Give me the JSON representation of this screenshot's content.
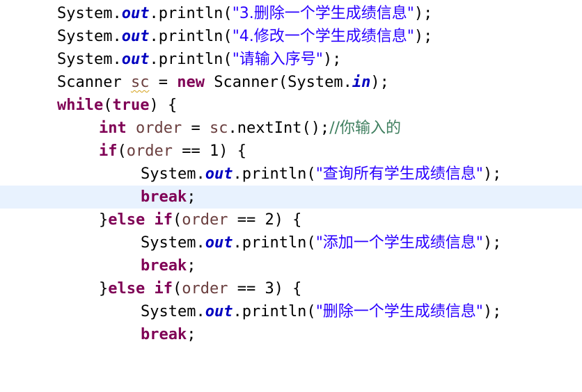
{
  "editor": {
    "colors": {
      "keyword": "#7f0055",
      "field": "#0000c0",
      "string": "#2a00ff",
      "comment": "#3f7f5f",
      "local_variable": "#6a3e3e",
      "current_line_highlight": "#e8f2fe"
    },
    "lines": [
      {
        "tokens": [
          "System.",
          "out",
          ".println(",
          "\"3.删除一个学生成绩信息\"",
          ");"
        ]
      },
      {
        "tokens": [
          "System.",
          "out",
          ".println(",
          "\"4.修改一个学生成绩信息\"",
          ");"
        ]
      },
      {
        "tokens": [
          "System.",
          "out",
          ".println(",
          "\"请输入序号\"",
          ");"
        ]
      },
      {
        "tokens": [
          "Scanner ",
          "sc",
          " = ",
          "new",
          " Scanner(System.",
          "in",
          ");"
        ]
      },
      {
        "tokens": [
          "while",
          "(",
          "true",
          ") {"
        ]
      },
      {
        "tokens": [
          "int",
          " ",
          "order",
          " = ",
          "sc",
          ".nextInt();",
          "//你输入的"
        ]
      },
      {
        "tokens": [
          "if",
          "(",
          "order",
          " == 1) {"
        ]
      },
      {
        "tokens": [
          "System.",
          "out",
          ".println(",
          "\"查询所有学生成绩信息\"",
          ");"
        ]
      },
      {
        "tokens": [
          "break",
          ";"
        ]
      },
      {
        "tokens": [
          "}",
          "else",
          " ",
          "if",
          "(",
          "order",
          " == 2) {"
        ]
      },
      {
        "tokens": [
          "System.",
          "out",
          ".println(",
          "\"添加一个学生成绩信息\"",
          ");"
        ]
      },
      {
        "tokens": [
          "break",
          ";"
        ]
      },
      {
        "tokens": [
          "}",
          "else",
          " ",
          "if",
          "(",
          "order",
          " == 3) {"
        ]
      },
      {
        "tokens": [
          "System.",
          "out",
          ".println(",
          "\"删除一个学生成绩信息\"",
          ");"
        ]
      },
      {
        "tokens": [
          "break",
          ";"
        ]
      }
    ]
  }
}
